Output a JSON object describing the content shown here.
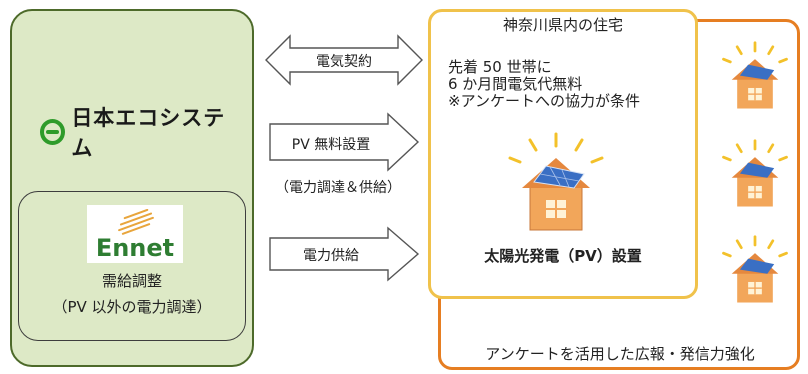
{
  "left_panel": {
    "company_name": "日本エコシステム",
    "partner_logo_text": "Ennet",
    "partner_role": "需給調整",
    "partner_scope": "（PV 以外の電力調達）"
  },
  "arrows": {
    "contract": "電気契約",
    "pv_install": "PV 無料設置",
    "pv_install_sub": "（電力調達＆供給）",
    "supply": "電力供給"
  },
  "right_panel": {
    "title": "神奈川県内の住宅",
    "offer_lines": [
      "先着 50 世帯に",
      "6 か月間電気代無料",
      "※アンケートへの協力が条件"
    ],
    "pv_label": "太陽光発電（PV）設置",
    "bottom_label": "アンケートを活用した広報・発信力強化"
  },
  "colors": {
    "left_fill": "#dde9c6",
    "left_border": "#4d6a2a",
    "front_border": "#f0c24b",
    "back_border": "#e67e22",
    "house_wall": "#f2a65a",
    "solar_panel": "#3a6fc4",
    "ray": "#f3c12a"
  },
  "icons": [
    "eco-e-logo-icon",
    "ennet-logo-icon",
    "house-with-solar-icon",
    "double-arrow-icon",
    "right-arrow-icon"
  ]
}
